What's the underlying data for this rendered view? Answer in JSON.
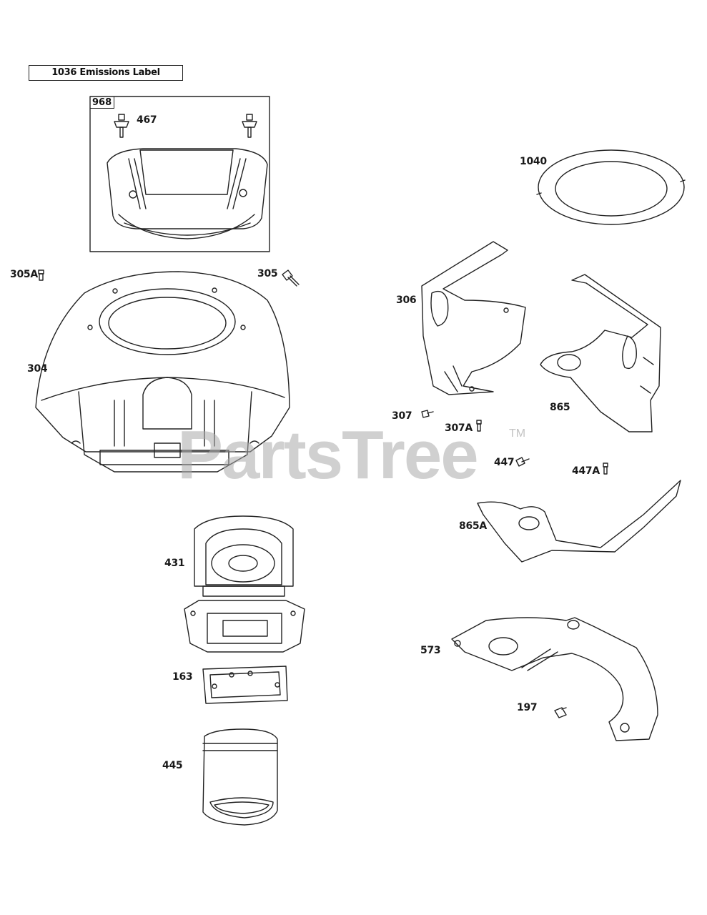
{
  "emissions_label": "1036 Emissions Label",
  "kit": {
    "number": "968"
  },
  "watermark": {
    "brand": "PartsTree",
    "trademark": "TM"
  },
  "parts": {
    "p467": "467",
    "p1040": "1040",
    "p305A": "305A",
    "p305": "305",
    "p306": "306",
    "p304": "304",
    "p865": "865",
    "p307": "307",
    "p307A": "307A",
    "p447": "447",
    "p447A": "447A",
    "p865A": "865A",
    "p431": "431",
    "p163": "163",
    "p573": "573",
    "p197": "197",
    "p445": "445"
  }
}
